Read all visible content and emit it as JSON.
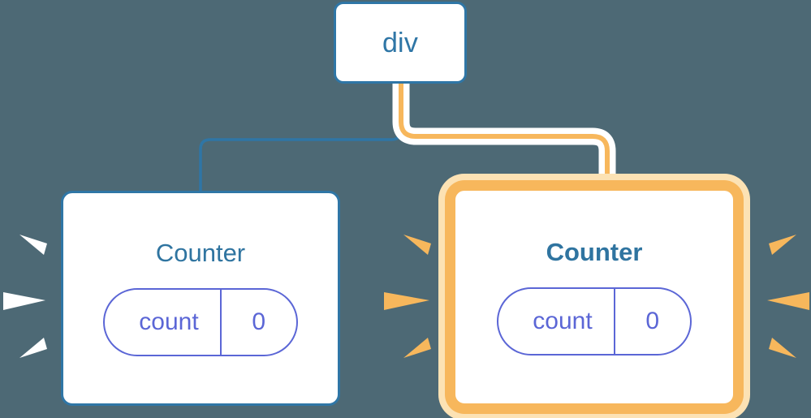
{
  "diagram": {
    "title": "React component tree re-render highlight",
    "background_color": "#4d6975",
    "colors": {
      "node_border_blue": "#2f76a6",
      "node_title_blue": "#2f74a0",
      "highlight_orange": "#f7b75c",
      "highlight_halo": "#fce2b4",
      "state_purple": "#5b66d6",
      "node_fill": "#ffffff",
      "ray_white": "#ffffff",
      "ray_orange": "#f7b75c"
    }
  },
  "nodes": {
    "root": {
      "label": "div"
    },
    "child_left": {
      "label": "Counter",
      "state": {
        "key": "count",
        "value": "0"
      },
      "highlighted": false,
      "ray_color": "#ffffff"
    },
    "child_right": {
      "label": "Counter",
      "state": {
        "key": "count",
        "value": "0"
      },
      "highlighted": true,
      "ray_color": "#f7b75c"
    }
  },
  "connectors": [
    {
      "name": "root-to-left-counter",
      "color": "#2f76a6",
      "style": "elbow"
    },
    {
      "name": "root-to-right-counter",
      "color": "#f7b75c",
      "style": "elbow-with-white-halo"
    }
  ],
  "rays": {
    "left_group": {
      "count": 3,
      "color": "#ffffff",
      "direction": "pointing-right"
    },
    "middle_group": {
      "count": 3,
      "color": "#f7b75c",
      "direction": "pointing-right"
    },
    "right_group": {
      "count": 3,
      "color": "#f7b75c",
      "direction": "pointing-left"
    }
  }
}
